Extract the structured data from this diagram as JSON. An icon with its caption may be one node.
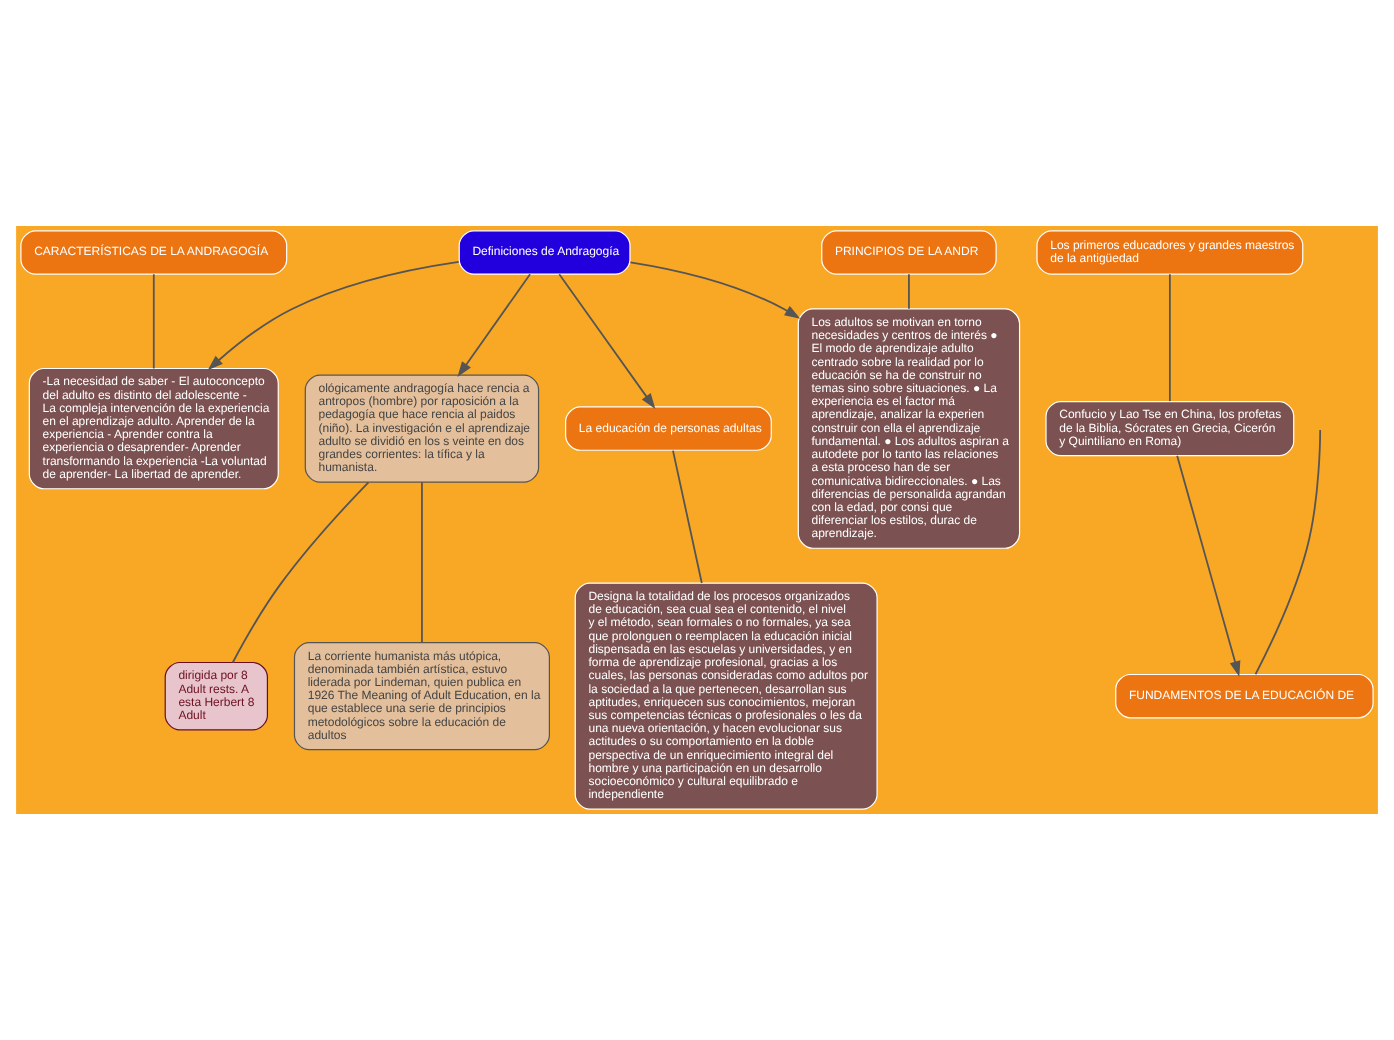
{
  "diagram": {
    "nodes": [
      {
        "text": [
          "Definiciones de Andragogía"
        ]
      },
      {
        "text": [
          "ológicamente andragogía hace rencia a antropos (hombre) por raposición a la pedagogía que hace rencia al paidos (niño). La investigación e el aprendizaje adulto se dividió en los s veinte en dos grandes corrientes: la tífica y la humanista."
        ]
      },
      {
        "text": [
          "dirigida por 8 Adult rests. A esta Herbert 8 Adult"
        ]
      },
      {
        "text": [
          "La corriente humanista más utópica, denominada también artística, estuvo liderada por Lindeman, quien publica en 1926 The Meaning of Adult Education, en la que establece una serie de principios metodológicos sobre la educación de adultos"
        ]
      },
      {
        "text": [
          "CARACTERÍSTICAS DE LA ANDRAGOGÍA"
        ]
      },
      {
        "text": [
          "-La necesidad de saber - El autoconcepto del adulto es distinto del adolescente - La compleja intervención de la experiencia en el aprendizaje adulto. Aprender de la experiencia - Aprender contra la experiencia o desaprender- Aprender transformando la experiencia -La voluntad de aprender- La libertad de aprender."
        ]
      },
      {
        "text": [
          "PRINCIPIOS DE LA ANDR"
        ]
      },
      {
        "text": [
          "Los adultos se motivan en torno necesidades y centros de interés ● El modo de aprendizaje adulto centrado sobre la realidad por lo educación se ha de construir no temas sino sobre situaciones. ● La experiencia es el factor má aprendizaje, analizar la experien construir con ella el aprendizaje fundamental. ● Los adultos aspiran a autodete por lo tanto las relaciones a esta proceso han de ser comunicativa bidireccionales. ● Las diferencias de personalida agrandan con la edad, por consi que diferenciar los estilos, durac de aprendizaje."
        ]
      },
      {
        "text": [
          "La educación de personas adultas"
        ]
      },
      {
        "text": [
          "Designa la totalidad de los procesos organizados de educación, sea cual sea el contenido, el nivel y el método, sean formales o no formales, ya sea que prolonguen o reemplacen la educación inicial dispensada en las escuelas y universidades, y en forma de aprendizaje profesional, gracias a los cuales, las personas consideradas como adultos por la sociedad a la que pertenecen, desarrollan sus aptitudes, enriquecen sus conocimientos, mejoran sus competencias técnicas o profesionales o les da una nueva orientación, y hacen evolucionar sus actitudes o su comportamiento en la doble perspectiva de un enriquecimiento integral del hombre y una participación en un desarrollo socioeconómico y cultural equilibrado e independiente"
        ]
      },
      {
        "text": [
          "Los primeros educadores y grandes maestros de la antigüedad"
        ]
      },
      {
        "text": [
          "Confucio y Lao Tse en China, los profetas de la Biblia, Sócrates en Grecia, Cicerón y Quintiliano en Roma)"
        ]
      },
      {
        "text": [
          "FUNDAMENTOS DE LA EDUCACIÓN DE"
        ]
      }
    ],
    "edges": [
      {
        "from": 0,
        "to": 1,
        "arrow": "to"
      },
      {
        "from": 1,
        "to": 2,
        "arrow": "none"
      },
      {
        "from": 1,
        "to": 3,
        "arrow": "none"
      },
      {
        "from": 0,
        "to": 5,
        "arrow": "to"
      },
      {
        "from": 4,
        "to": 5,
        "arrow": "none"
      },
      {
        "from": 0,
        "to": 7,
        "arrow": "to"
      },
      {
        "from": 6,
        "to": 7,
        "arrow": "none"
      },
      {
        "from": 0,
        "to": 8,
        "arrow": "to"
      },
      {
        "from": 8,
        "to": 9,
        "arrow": "none"
      },
      {
        "from": 10,
        "to": 11,
        "arrow": "none"
      },
      {
        "from": 11,
        "to": 12,
        "arrow": "to"
      },
      {
        "from": null,
        "to": 12,
        "arrow": "none"
      }
    ]
  }
}
